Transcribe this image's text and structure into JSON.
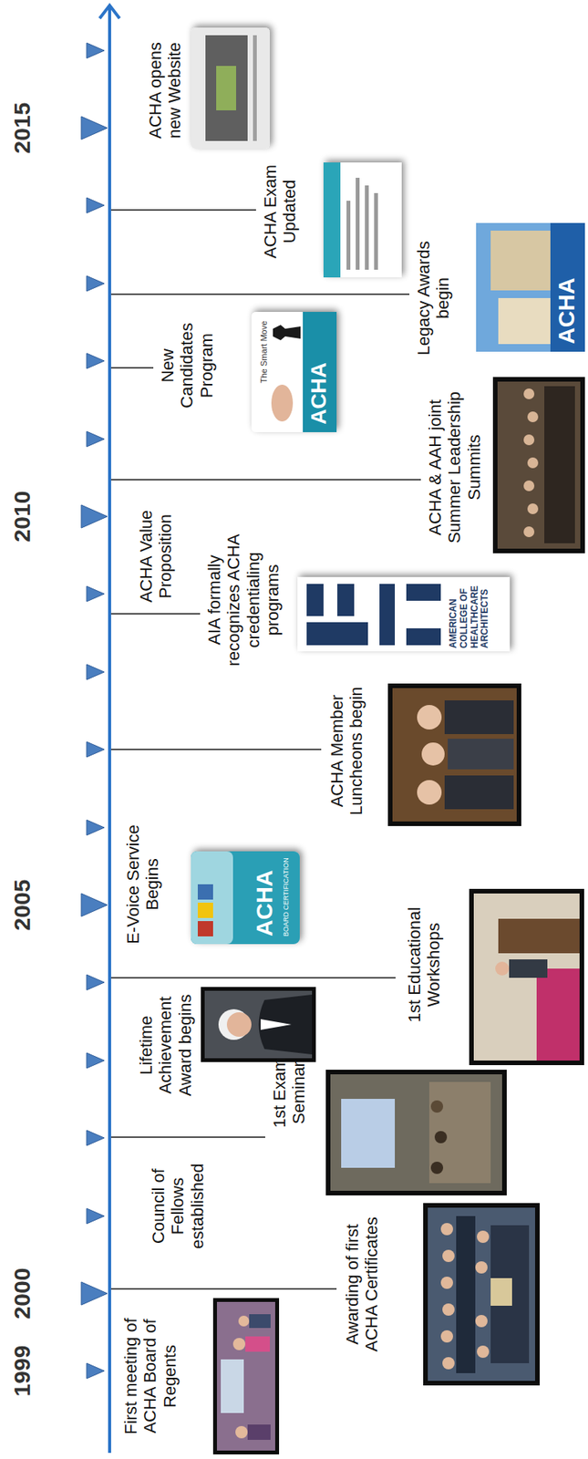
{
  "diagram": {
    "labels": [
      "1999",
      "2000",
      "2005",
      "2010",
      "2015",
      "First meeting of ACHA Board of Regents",
      "Awarding of first ACHA Certificates",
      "Council of Fellows established",
      "1st Exam Seminar",
      "Lifetime Achievement Award begins",
      "1st Educational Workshops",
      "E-Voice Service Begins",
      "ACHA",
      "BOARD CERTIFICATION",
      "ACHA Member Luncheons begin",
      "ACHA Value Proposition",
      "AIA formally recognizes ACHA credentialing programs",
      "AMERICAN COLLEGE OF HEALTHCARE ARCHITECTS",
      "ACHA & AAH joint Summer Leadership Summits",
      "New Candidates Program",
      "The Smart Move",
      "ACHA",
      "Legacy Awards begin",
      "ACHA",
      "ACHA Exam Updated",
      "ACHA opens new Website"
    ]
  }
}
